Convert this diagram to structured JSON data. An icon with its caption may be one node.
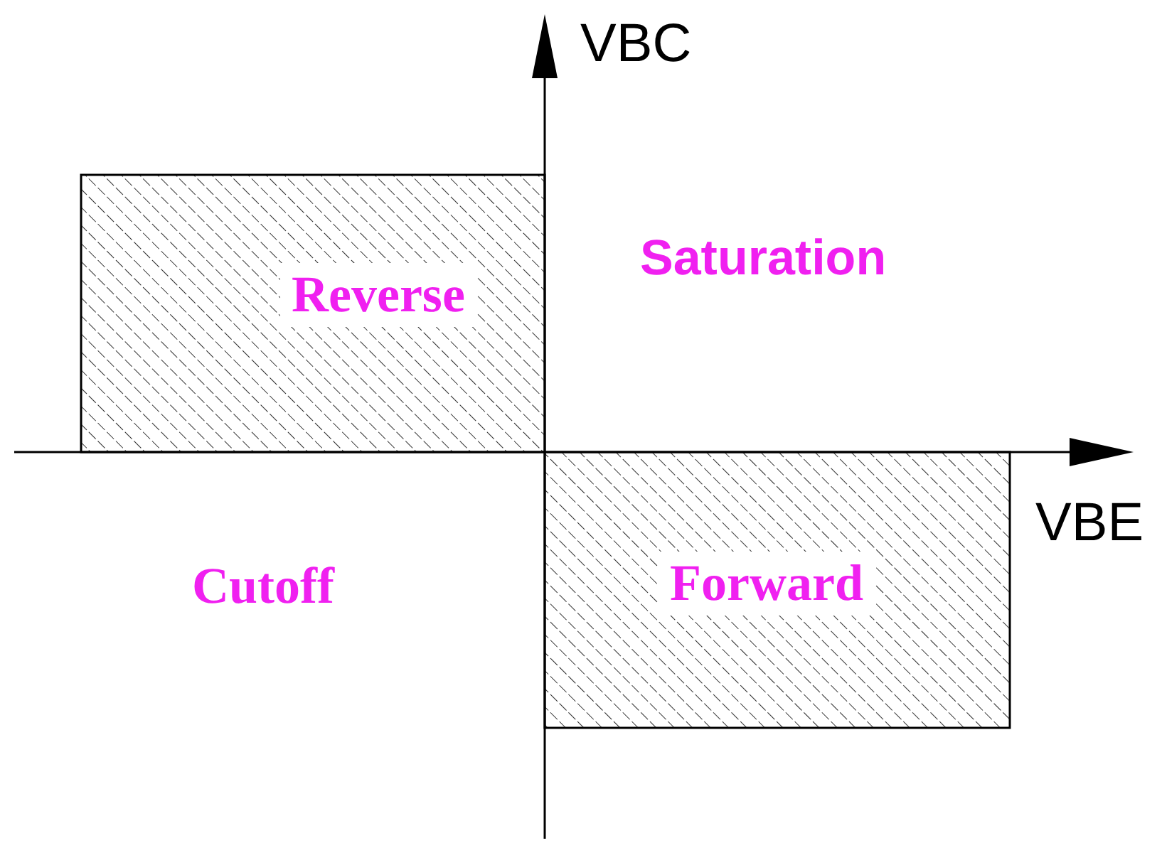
{
  "diagram": {
    "nodes": [
      {
        "text": [
          "Reverse"
        ]
      },
      {
        "text": [
          "Forward"
        ]
      }
    ],
    "edges": [],
    "labels": [
      "VBC",
      "Saturation",
      "VBE",
      "Cutoff"
    ]
  }
}
